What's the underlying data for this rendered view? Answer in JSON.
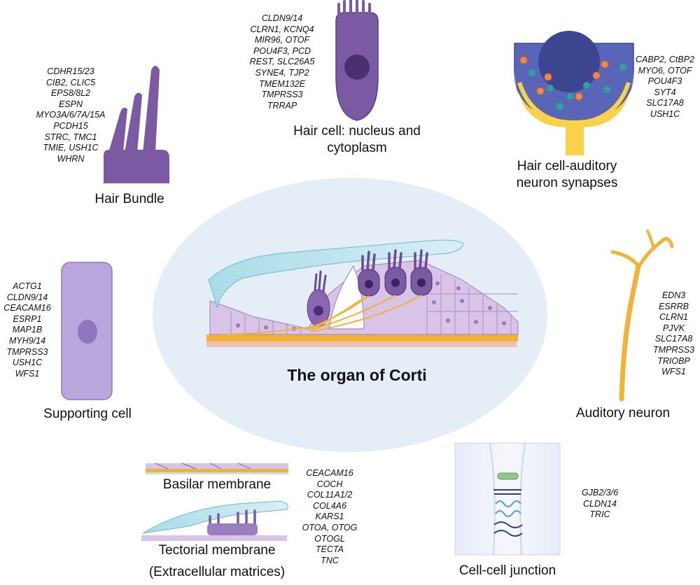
{
  "main_title": "The organ of Corti",
  "panels": {
    "hair_bundle": {
      "title": "Hair Bundle",
      "genes": [
        "CDHR15/23",
        "CIB2, CLIC5",
        "EPS8/8L2",
        "ESPN",
        "MYO3A/6/7A/15A",
        "PCDH15",
        "STRC, TMC1",
        "TMIE, USH1C",
        "WHRN"
      ]
    },
    "hair_cell": {
      "title_lines": [
        "Hair cell: nucleus and",
        "cytoplasm"
      ],
      "genes": [
        "CLDN9/14",
        "CLRN1, KCNQ4",
        "MIR96, OTOF",
        "POU4F3, PCD",
        "REST, SLC26A5",
        "SYNE4, TJP2",
        "TMEM132E",
        "TMPRSS3",
        "TRRAP"
      ]
    },
    "synapse": {
      "title_lines": [
        "Hair cell-auditory",
        "neuron synapses"
      ],
      "genes": [
        "CABP2, CtBP2",
        "MYO6, OTOF",
        "POU4F3",
        "SYT4",
        "SLC17A8",
        "USH1C"
      ]
    },
    "supporting_cell": {
      "title": "Supporting cell",
      "genes": [
        "ACTG1",
        "CLDN9/14",
        "CEACAM16",
        "ESRP1",
        "MAP1B",
        "MYH9/14",
        "TMPRSS3",
        "USH1C",
        "WFS1"
      ]
    },
    "auditory_neuron": {
      "title": "Auditory neuron",
      "genes": [
        "EDN3",
        "ESRRB",
        "CLRN1",
        "PJVK",
        "SLC17A8",
        "TMPRSS3",
        "TRIOBP",
        "WFS1"
      ]
    },
    "extracellular": {
      "basilar_label": "Basilar membrane",
      "tectorial_label": "Tectorial membrane",
      "group_label": "(Extracellular matrices)",
      "genes": [
        "CEACAM16",
        "COCH",
        "COL11A1/2",
        "COL4A6",
        "KARS1",
        "OTOA, OTOG",
        "OTOGL",
        "TECTA",
        "TNC"
      ]
    },
    "junction": {
      "title": "Cell-cell junction",
      "genes": [
        "GJB2/3/6",
        "CLDN14",
        "TRIC"
      ]
    }
  },
  "colors": {
    "purple": "#7b5aa3",
    "dark_purple": "#4a2f72",
    "lavender": "#b9a6dc",
    "pink_cells": "#d7c4e6",
    "neuron": "#f2b233",
    "teal": "#2aa39a",
    "oval_bg": "#e5eef7",
    "tectorial": "#8ecfe0"
  }
}
